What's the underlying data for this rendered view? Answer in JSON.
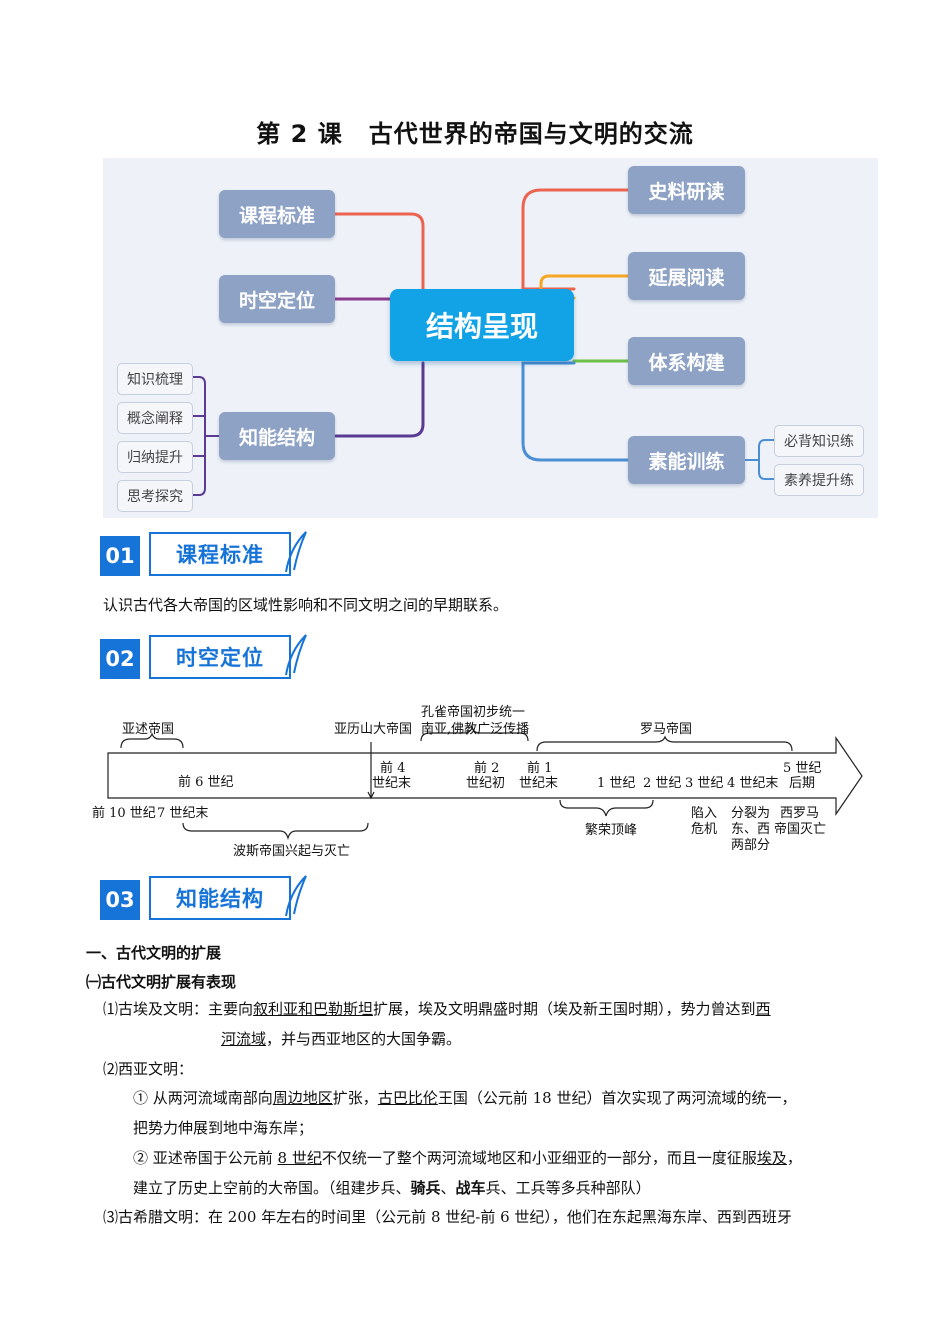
{
  "title": {
    "lesson": "第 2 课",
    "name": "古代世界的帝国与文明的交流"
  },
  "mindmap": {
    "center": "结构呈现",
    "left_nodes": [
      "课程标准",
      "时空定位",
      "知能结构"
    ],
    "right_nodes": [
      "史料研读",
      "延展阅读",
      "体系构建",
      "素能训练"
    ],
    "knowledge_subs": [
      "知识梳理",
      "概念阐释",
      "归纳提升",
      "思考探究"
    ],
    "training_subs": [
      "必背知识练",
      "素养提升练"
    ],
    "colors": {
      "center": "#11a3e6",
      "node": "#8ea2c5",
      "red": "#ec6451",
      "purple": "#8b3c8f",
      "indigo": "#5a3a92",
      "orange": "#f5a623",
      "green": "#6cc04a",
      "blue": "#4a8fd4"
    }
  },
  "sections": [
    {
      "num": "01",
      "label": "课程标准"
    },
    {
      "num": "02",
      "label": "时空定位"
    },
    {
      "num": "03",
      "label": "知能结构"
    }
  ],
  "standard_text": "认识古代各大帝国的区域性影响和不同文明之间的早期联系。",
  "timeline": {
    "top_labels": {
      "assyria": "亚述帝国",
      "alexander": "亚历山大帝国",
      "maurya_1": "孔雀帝国初步统一",
      "maurya_2": "南亚,佛教广泛传播",
      "rome": "罗马帝国"
    },
    "inside_labels": {
      "bc6": "前 6 世纪",
      "bc4_a": "前 4",
      "bc4_b": "世纪末",
      "bc2_a": "前 2",
      "bc2_b": "世纪初",
      "bc1_a": "前 1",
      "bc1_b": "世纪末",
      "c1": "1 世纪",
      "c2": "2 世纪",
      "c3": "3 世纪",
      "c4": "4 世纪末",
      "c5_a": "5 世纪",
      "c5_b": "后期"
    },
    "bottom_labels": {
      "bc10": "前 10 世纪",
      "bc7": "7 世纪末",
      "prosperity": "繁荣顶峰",
      "crisis_1": "陷入",
      "crisis_2": "危机",
      "split_1": "分裂为",
      "split_2": "东、西",
      "split_3": "两部分",
      "fall_1": "西罗马",
      "fall_2": "帝国灭亡",
      "persia": "波斯帝国兴起与灭亡"
    }
  },
  "content": {
    "h1": "一、古代文明的扩展",
    "h2": "㈠古代文明扩展有表现",
    "i1_mark": "⑴",
    "i1_a": "古埃及文明：主要向",
    "i1_u1": "叙利亚和巴勒斯坦",
    "i1_b": "扩展，埃及文明鼎盛时期（埃及新王国时期），势力曾达到",
    "i1_u2a": "西",
    "i1_u2b": "河流域",
    "i1_c": "，并与西亚地区的大国争霸。",
    "i2_mark": "⑵",
    "i2": "西亚文明：",
    "s1_a": "① 从两河流域南部向",
    "s1_u1": "周边地区",
    "s1_b": "扩张，",
    "s1_u2": "古巴比伦",
    "s1_c": "王国（公元前 18 世纪）首次实现了两河流域的统一，",
    "s1_d": "把势力伸展到地中海东岸；",
    "s2_a": "② 亚述帝国于公元前 ",
    "s2_u1": "8 世纪",
    "s2_b": "不仅统一了整个两河流域地区和小亚细亚的一部分，而且一度征服",
    "s2_u2": "埃及",
    "s2_c": "，",
    "s2_d": "建立了历史上空前的大帝国。（组建步兵、",
    "s2_b1": "骑兵",
    "s2_e": "、",
    "s2_b2": "战车",
    "s2_f": "兵、工兵等多兵种部队）",
    "i3_mark": "⑶",
    "i3": "古希腊文明：在 200 年左右的时间里（公元前 8 世纪-前 6 世纪），他们在东起黑海东岸、西到西班牙"
  }
}
